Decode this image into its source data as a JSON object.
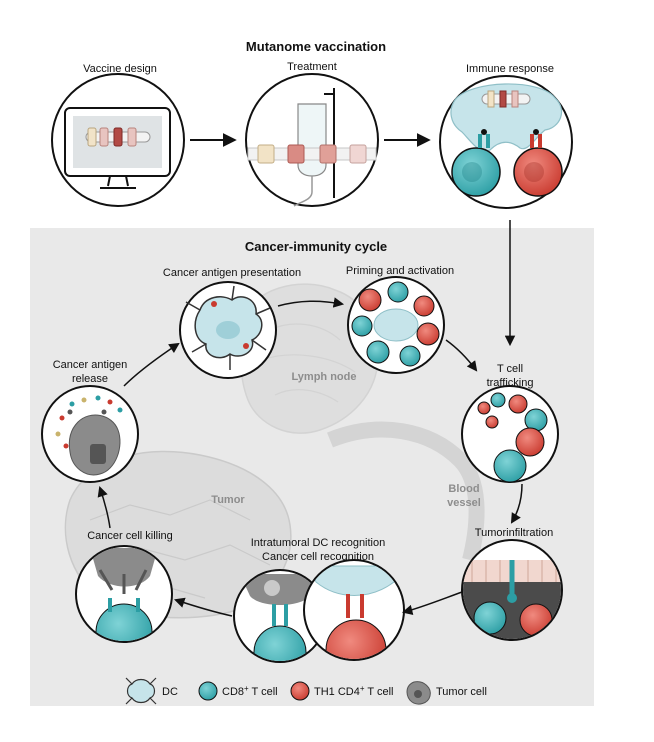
{
  "top": {
    "title": "Mutanome vaccination",
    "steps": [
      "Vaccine design",
      "Treatment",
      "Immune response"
    ]
  },
  "cycle": {
    "title": "Cancer-immunity cycle",
    "steps": {
      "presentation": "Cancer antigen presentation",
      "priming": "Priming and activation",
      "trafficking_1": "T cell",
      "trafficking_2": "trafficking",
      "infiltration": "Tumorinfiltration",
      "recognition_1": "Intratumoral DC recognition",
      "recognition_2": "Cancer cell recognition",
      "killing": "Cancer cell killing",
      "release_1": "Cancer antigen",
      "release_2": "release"
    },
    "regions": {
      "lymph": "Lymph node",
      "tumor": "Tumor",
      "blood_1": "Blood",
      "blood_2": "vessel"
    }
  },
  "legend": {
    "dc": "DC",
    "cd8_prefix": "CD8",
    "cd8_sup": "+",
    "cd8_suffix": " T cell",
    "th1_prefix": "TH1 CD4",
    "th1_sup": "+",
    "th1_suffix": " T cell",
    "tumor": "Tumor cell"
  },
  "colors": {
    "teal": "#3bb3b8",
    "red": "#d9493d",
    "dc_blue": "#c6e4ea",
    "tumor_grey": "#8b8b8b",
    "panel_bg": "#e9e9e9"
  }
}
